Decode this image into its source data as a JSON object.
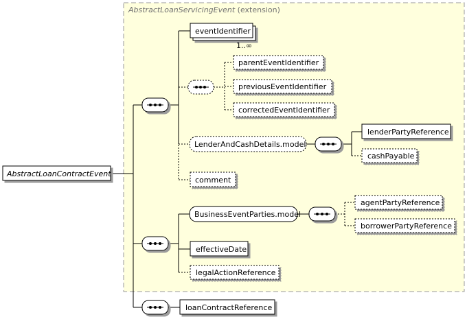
{
  "root": {
    "name": "AbstractLoanContractEvent"
  },
  "extension": {
    "base": "AbstractLoanServicingEvent",
    "suffix": "(extension)"
  },
  "elements": {
    "eventIdentifier": "eventIdentifier",
    "eventIdentifierCardinality": "1..∞",
    "parentEventIdentifier": "parentEventIdentifier",
    "previousEventIdentifier": "previousEventIdentifier",
    "correctedEventIdentifier": "correctedEventIdentifier",
    "lenderAndCashDetailsModel": "LenderAndCashDetails.model",
    "lenderPartyReference": "lenderPartyReference",
    "cashPayable": "cashPayable",
    "comment": "comment",
    "businessEventPartiesModel": "BusinessEventParties.model",
    "agentPartyReference": "agentPartyReference",
    "borrowerPartyReference": "borrowerPartyReference",
    "effectiveDate": "effectiveDate",
    "legalActionReference": "legalActionReference",
    "loanContractReference": "loanContractReference"
  },
  "colors": {
    "extensionFill": "#ffffdd",
    "extensionBorder": "#9a9a9a",
    "line": "#000000"
  }
}
